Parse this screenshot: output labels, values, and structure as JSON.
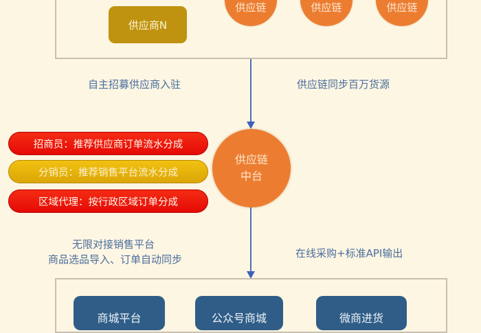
{
  "top_panel": {
    "supplier_button": "供应商N",
    "supply_chains": [
      {
        "label": "供应链"
      },
      {
        "label": "供应链"
      },
      {
        "label": "供应链"
      }
    ]
  },
  "captions": {
    "left_upper": "自主招募供应商入驻",
    "right_upper": "供应链同步百万货源",
    "left_lower_line1": "无限对接销售平台",
    "left_lower_line2": "商品选品导入、订单自动同步",
    "right_lower": "在线采购+标准API输出"
  },
  "hub": {
    "line1": "供应链",
    "line2": "中台"
  },
  "roles": [
    {
      "label": "招商员：推荐供应商订单流水分成",
      "color": "#e81309"
    },
    {
      "label": "分销员：推荐销售平台流水分成",
      "color": "#e8b20c"
    },
    {
      "label": "区域代理：按行政区域订单分成",
      "color": "#e81309"
    }
  ],
  "channels": [
    {
      "label": "商城平台"
    },
    {
      "label": "公众号商城"
    },
    {
      "label": "微商进货"
    }
  ],
  "colors": {
    "background": "#fdf6e3",
    "orange": "#ec7d30",
    "gold": "#bf9310",
    "navy": "#2f5d87",
    "arrow": "#3d62b7",
    "caption_text": "#4a6d9c"
  }
}
